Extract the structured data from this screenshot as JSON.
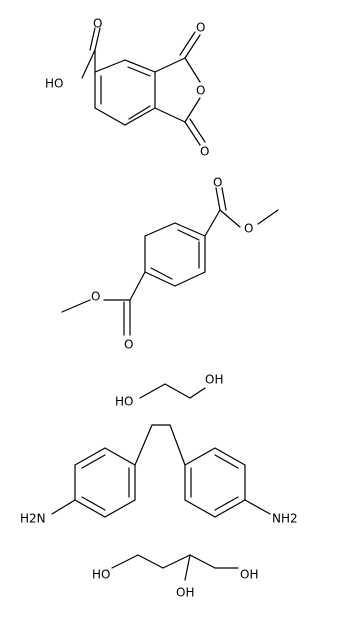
{
  "colors": {
    "bond": "#000000",
    "label": "#000000",
    "background": "#ffffff"
  },
  "molecules": [
    {
      "id": "trimellitic-anhydride",
      "labels": {
        "acid_oh": "HO",
        "acid_o": "O",
        "ring_o": "O",
        "top_o": "O",
        "bottom_o": "O"
      }
    },
    {
      "id": "dimethyl-terephthalate",
      "labels": {
        "top_o_carbonyl": "O",
        "top_o_ester": "O",
        "bottom_o_ester": "O",
        "bottom_o_carbonyl": "O"
      }
    },
    {
      "id": "ethylene-glycol",
      "labels": {
        "oh_left": "HO",
        "oh_right": "OH"
      }
    },
    {
      "id": "methylenedianiline",
      "labels": {
        "nh2_left": "H2N",
        "nh2_right": "NH2"
      }
    },
    {
      "id": "glycerol",
      "labels": {
        "oh_left": "HO",
        "oh_middle": "OH",
        "oh_right": "OH"
      }
    }
  ]
}
